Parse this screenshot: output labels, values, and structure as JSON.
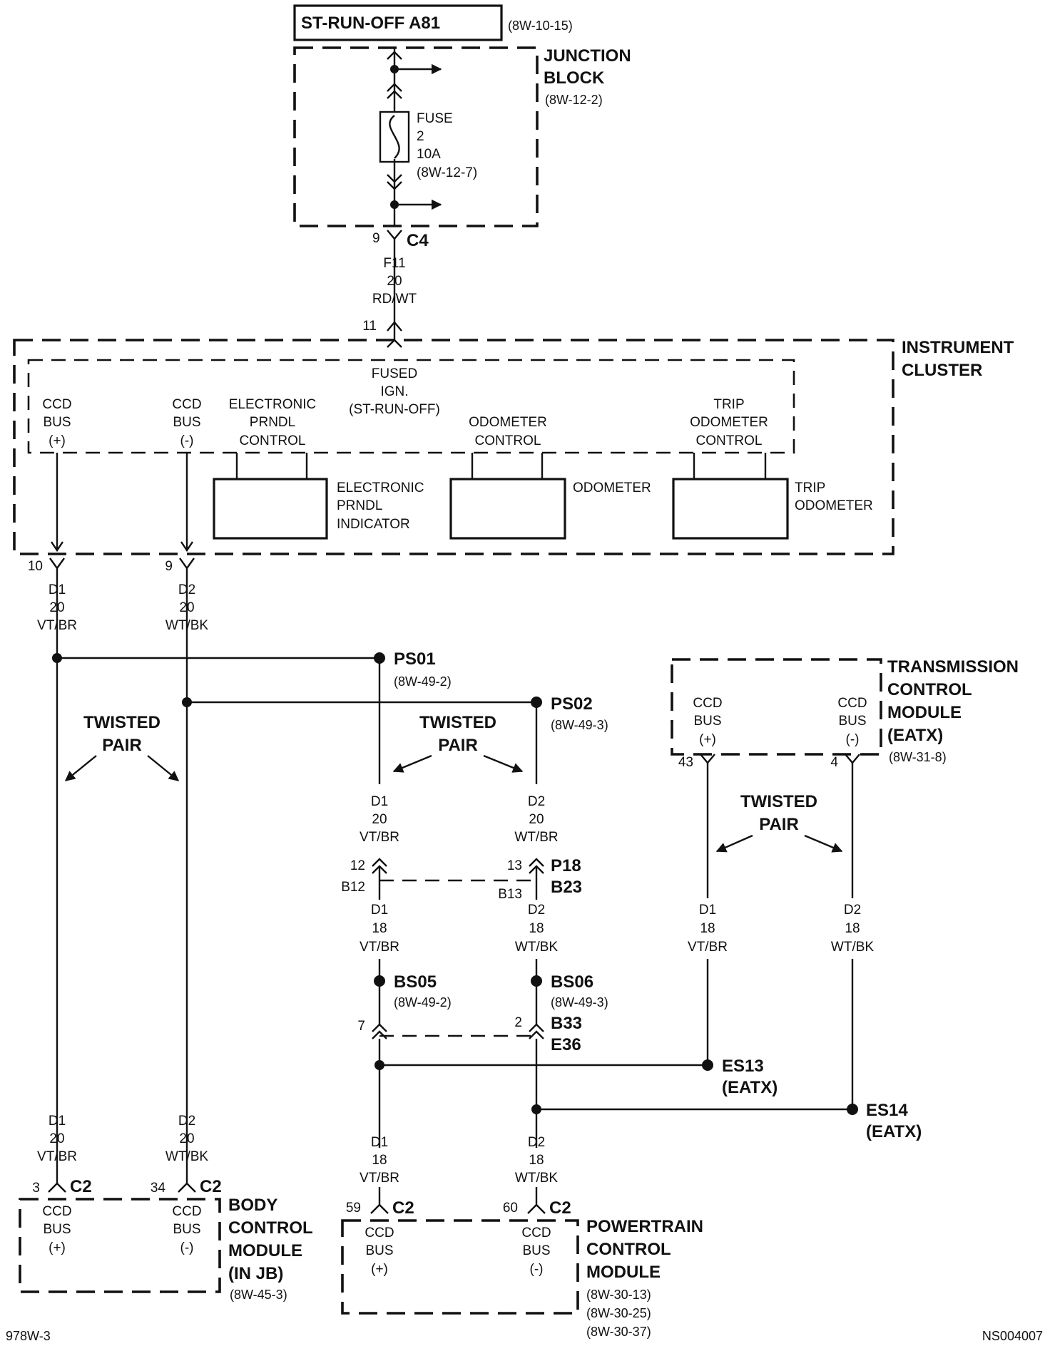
{
  "header": {
    "circuit_label": "ST-RUN-OFF A81",
    "circuit_ref": "(8W-10-15)"
  },
  "junction_block": {
    "title_line1": "JUNCTION",
    "title_line2": "BLOCK",
    "ref": "(8W-12-2)",
    "fuse_lines": [
      "FUSE",
      "2",
      "10A",
      "(8W-12-7)"
    ]
  },
  "feed": {
    "c4_pin": "9",
    "c4_label": "C4",
    "wire": [
      "F11",
      "20",
      "RD/WT"
    ],
    "ic_pin": "11"
  },
  "instrument_cluster": {
    "title_line1": "INSTRUMENT",
    "title_line2": "CLUSTER",
    "fused_ign": [
      "FUSED",
      "IGN.",
      "(ST-RUN-OFF)"
    ],
    "ccd_plus": [
      "CCD",
      "BUS",
      "(+)"
    ],
    "ccd_minus": [
      "CCD",
      "BUS",
      "(-)"
    ],
    "prndl_control": [
      "ELECTRONIC",
      "PRNDL",
      "CONTROL"
    ],
    "odometer_control": [
      "ODOMETER",
      "CONTROL"
    ],
    "trip_control": [
      "TRIP",
      "ODOMETER",
      "CONTROL"
    ],
    "prndl_indicator": [
      "ELECTRONIC",
      "PRNDL",
      "INDICATOR"
    ],
    "odometer": [
      "ODOMETER"
    ],
    "trip_odometer": [
      "TRIP",
      "ODOMETER"
    ],
    "pin_d1": "10",
    "pin_d2": "9"
  },
  "wires": {
    "d1_20_vtbr": [
      "D1",
      "20",
      "VT/BR"
    ],
    "d2_20_wtbk": [
      "D2",
      "20",
      "WT/BK"
    ],
    "d1_20_vtbr_b": [
      "D1",
      "20",
      "VT/BR"
    ],
    "d2_20_wtbr": [
      "D2",
      "20",
      "WT/BR"
    ],
    "d1_18_vtbr_a": [
      "D1",
      "18",
      "VT/BR"
    ],
    "d2_18_wtbk_a": [
      "D2",
      "18",
      "WT/BK"
    ],
    "d1_18_vtbr_t": [
      "D1",
      "18",
      "VT/BR"
    ],
    "d2_18_wtbk_t": [
      "D2",
      "18",
      "WT/BK"
    ],
    "d1_20_vtbr_bcm": [
      "D1",
      "20",
      "VT/BR"
    ],
    "d2_20_wtbk_bcm": [
      "D2",
      "20",
      "WT/BK"
    ],
    "d1_18_vtbr_pcm": [
      "D1",
      "18",
      "VT/BR"
    ],
    "d2_18_wtbk_pcm": [
      "D2",
      "18",
      "WT/BK"
    ]
  },
  "splices": {
    "ps01": "PS01",
    "ps01_ref": "(8W-49-2)",
    "ps02": "PS02",
    "ps02_ref": "(8W-49-3)",
    "bs05": "BS05",
    "bs05_ref": "(8W-49-2)",
    "bs06": "BS06",
    "bs06_ref": "(8W-49-3)",
    "es13": "ES13",
    "es13_sub": "(EATX)",
    "es14": "ES14",
    "es14_sub": "(EATX)"
  },
  "twisted_pair": [
    "TWISTED",
    "PAIR"
  ],
  "connectors": {
    "p18_pin_a": "12",
    "p18_pin_a2": "B12",
    "p18_pin_b": "13",
    "p18_pin_b2": "B13",
    "p18_name": "P18",
    "b23_name": "B23",
    "b33_pin_a": "7",
    "b33_pin_b": "2",
    "b33_name": "B33",
    "e36_name": "E36"
  },
  "tcm": {
    "title": [
      "TRANSMISSION",
      "CONTROL",
      "MODULE",
      "(EATX)"
    ],
    "ref": "(8W-31-8)",
    "ccd_plus": [
      "CCD",
      "BUS",
      "(+)"
    ],
    "ccd_minus": [
      "CCD",
      "BUS",
      "(-)"
    ],
    "pin_plus": "43",
    "pin_minus": "4"
  },
  "bcm": {
    "title": [
      "BODY",
      "CONTROL",
      "MODULE",
      "(IN JB)"
    ],
    "ref": "(8W-45-3)",
    "ccd_plus": [
      "CCD",
      "BUS",
      "(+)"
    ],
    "ccd_minus": [
      "CCD",
      "BUS",
      "(-)"
    ],
    "pin_plus": "3",
    "pin_minus": "34",
    "conn": "C2"
  },
  "pcm": {
    "title": [
      "POWERTRAIN",
      "CONTROL",
      "MODULE"
    ],
    "refs": [
      "(8W-30-13)",
      "(8W-30-25)",
      "(8W-30-37)"
    ],
    "ccd_plus": [
      "CCD",
      "BUS",
      "(+)"
    ],
    "ccd_minus": [
      "CCD",
      "BUS",
      "(-)"
    ],
    "pin_plus": "59",
    "pin_minus": "60",
    "conn": "C2"
  },
  "footer": {
    "left": "978W-3",
    "right": "NS004007"
  }
}
